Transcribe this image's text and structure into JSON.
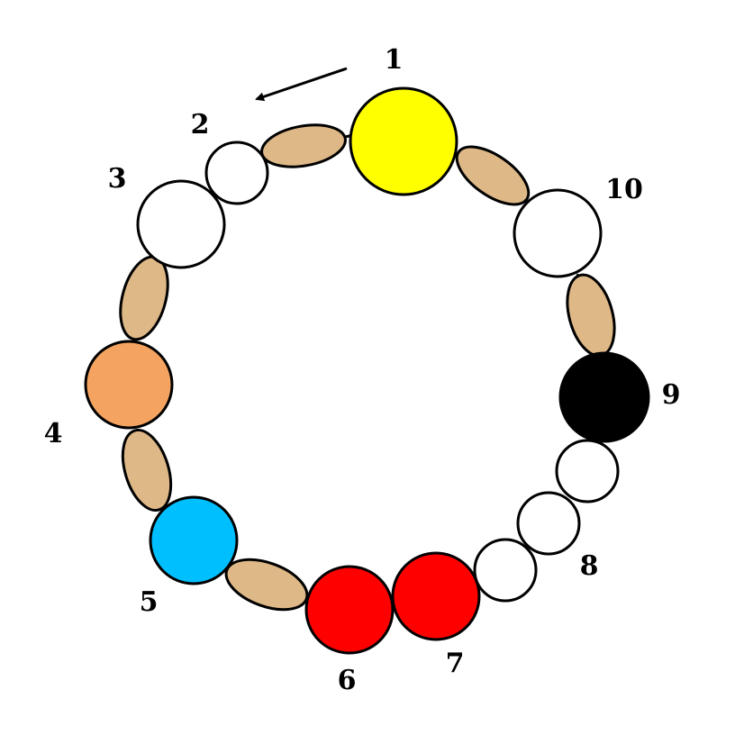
{
  "labels": {
    "l1": "1",
    "l2": "2",
    "l3": "3",
    "l4": "4",
    "l5": "5",
    "l6": "6",
    "l7": "7",
    "l8": "8",
    "l9": "9",
    "l10": "10"
  },
  "colors": {
    "yellow": "#FFFF00",
    "white": "#FFFFFF",
    "orange": "#F4A460",
    "blue": "#00BFFF",
    "red": "#FF0000",
    "black": "#000000",
    "tan": "#DEB887"
  },
  "arrow_direction": "counter-clockwise"
}
